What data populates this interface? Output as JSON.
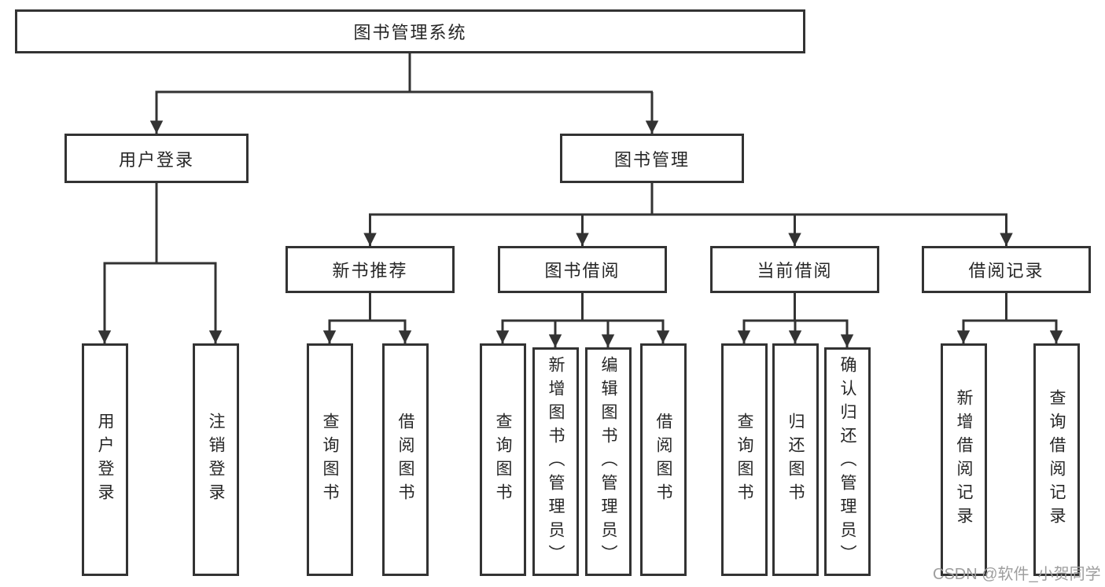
{
  "diagram": {
    "type": "tree-structure-diagram",
    "watermark": "CSDN @软件_小贺同学",
    "colors": {
      "line": "#333333",
      "text": "#262626",
      "watermark": "#9e9e9e",
      "background": "#ffffff"
    },
    "nodes": {
      "root": {
        "label": "图书管理系统"
      },
      "user_login": {
        "label": "用户登录"
      },
      "book_mgmt": {
        "label": "图书管理"
      },
      "new_book": {
        "label": "新书推荐"
      },
      "book_borrow": {
        "label": "图书借阅"
      },
      "current_borrow": {
        "label": "当前借阅"
      },
      "borrow_record": {
        "label": "借阅记录"
      },
      "leaf_user_login": {
        "label": "用户登录"
      },
      "leaf_logout": {
        "label": "注销登录"
      },
      "leaf_nb_query": {
        "label": "查询图书"
      },
      "leaf_nb_borrow": {
        "label": "借阅图书"
      },
      "leaf_bb_query": {
        "label": "查询图书"
      },
      "leaf_bb_add": {
        "label": "新增图书（管理员）"
      },
      "leaf_bb_edit": {
        "label": "编辑图书（管理员）"
      },
      "leaf_bb_borrow": {
        "label": "借阅图书"
      },
      "leaf_cb_query": {
        "label": "查询图书"
      },
      "leaf_cb_return": {
        "label": "归还图书"
      },
      "leaf_cb_confirm": {
        "label": "确认归还（管理员）"
      },
      "leaf_br_add": {
        "label": "新增借阅记录"
      },
      "leaf_br_query": {
        "label": "查询借阅记录"
      }
    },
    "hierarchy": {
      "图书管理系统": {
        "用户登录": [
          "用户登录",
          "注销登录"
        ],
        "图书管理": {
          "新书推荐": [
            "查询图书",
            "借阅图书"
          ],
          "图书借阅": [
            "查询图书",
            "新增图书（管理员）",
            "编辑图书（管理员）",
            "借阅图书"
          ],
          "当前借阅": [
            "查询图书",
            "归还图书",
            "确认归还（管理员）"
          ],
          "借阅记录": [
            "新增借阅记录",
            "查询借阅记录"
          ]
        }
      }
    }
  }
}
